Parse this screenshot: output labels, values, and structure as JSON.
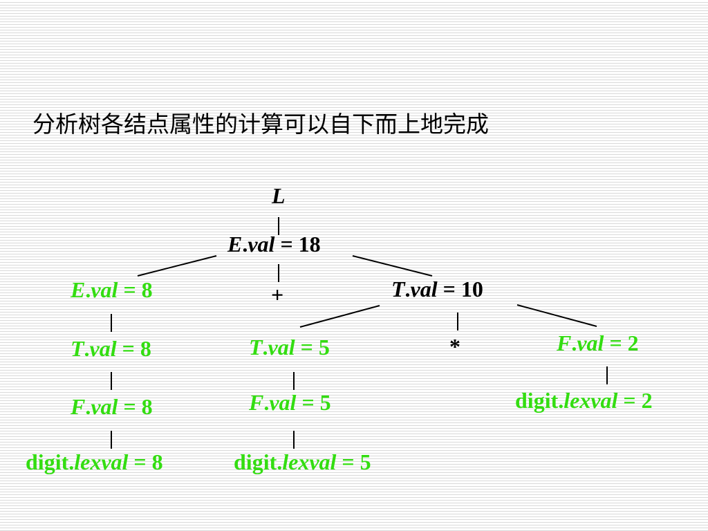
{
  "title": "分析树各结点属性的计算可以自下而上地完成",
  "colors": {
    "annotated": "#33dd11",
    "default": "#000000",
    "background": "#ffffff",
    "stripes": "#d9d9d9"
  },
  "tree": {
    "root": {
      "sym": "L"
    },
    "e_top": {
      "sym": "E",
      "attr": "val",
      "value": "18"
    },
    "plus": {
      "sym": "+"
    },
    "t_right": {
      "sym": "T",
      "attr": "val",
      "value": "10"
    },
    "star": {
      "sym": "*"
    },
    "e_left": {
      "sym": "E",
      "attr": "val",
      "value": "8"
    },
    "t_left": {
      "sym": "T",
      "attr": "val",
      "value": "8"
    },
    "f_left": {
      "sym": "F",
      "attr": "val",
      "value": "8"
    },
    "digit_left": {
      "sym": "digit",
      "attr": "lexval",
      "value": "8"
    },
    "t_mid": {
      "sym": "T",
      "attr": "val",
      "value": "5"
    },
    "f_mid": {
      "sym": "F",
      "attr": "val",
      "value": "5"
    },
    "digit_mid": {
      "sym": "digit",
      "attr": "lexval",
      "value": "5"
    },
    "f_right": {
      "sym": "F",
      "attr": "val",
      "value": "2"
    },
    "digit_right": {
      "sym": "digit",
      "attr": "lexval",
      "value": "2"
    }
  }
}
